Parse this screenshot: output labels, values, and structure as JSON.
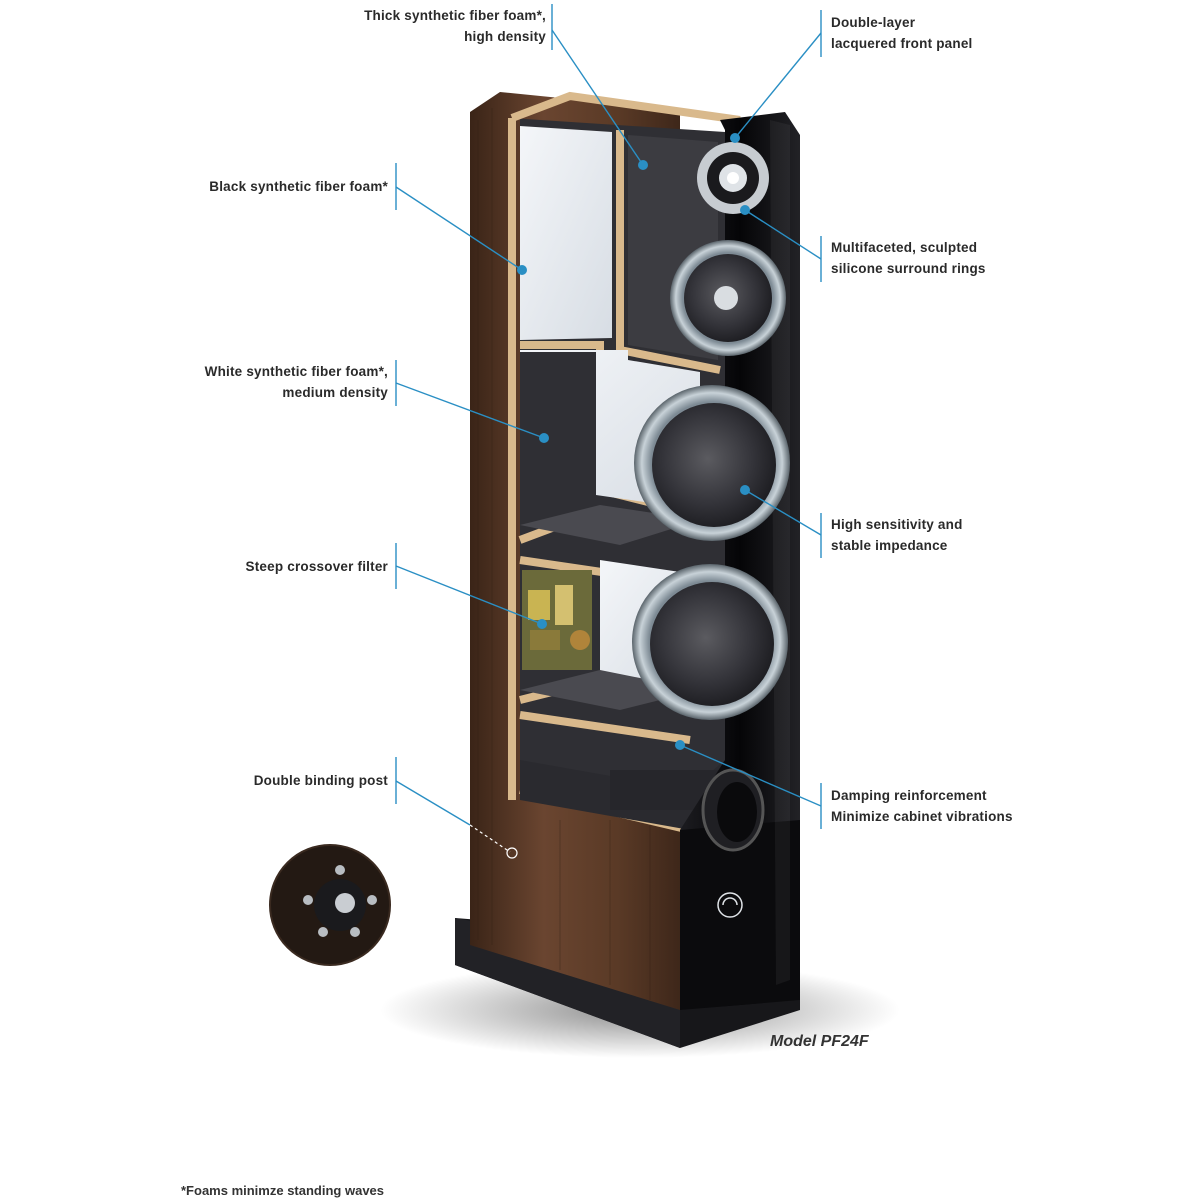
{
  "callouts_left": [
    {
      "id": "thick-foam",
      "lines": [
        "Thick synthetic fiber foam*,",
        "high density"
      ]
    },
    {
      "id": "black-foam",
      "lines": [
        "Black synthetic fiber foam*"
      ]
    },
    {
      "id": "white-foam",
      "lines": [
        "White synthetic fiber foam*,",
        "medium density"
      ]
    },
    {
      "id": "crossover",
      "lines": [
        "Steep crossover filter"
      ]
    },
    {
      "id": "binding-post",
      "lines": [
        "Double binding post"
      ]
    }
  ],
  "callouts_right": [
    {
      "id": "front-panel",
      "lines": [
        "Double-layer",
        "lacquered front panel"
      ]
    },
    {
      "id": "surround-rings",
      "lines": [
        "Multifaceted, sculpted",
        "silicone surround rings"
      ]
    },
    {
      "id": "sensitivity",
      "lines": [
        "High sensitivity and",
        "stable impedance"
      ]
    },
    {
      "id": "damping",
      "lines": [
        "Damping reinforcement",
        "Minimize cabinet vibrations"
      ]
    }
  ],
  "model_label": "Model PF24F",
  "footnote": "*Foams minimze standing waves",
  "colors": {
    "leader": "#2a8fc4",
    "wood": "#5a3a26",
    "wood_dark": "#3e271a",
    "plywood": "#d9b98c",
    "gloss_black": "#0d0d0f",
    "felt": "#3a3a3e",
    "white_foam": "#e9edf2"
  }
}
